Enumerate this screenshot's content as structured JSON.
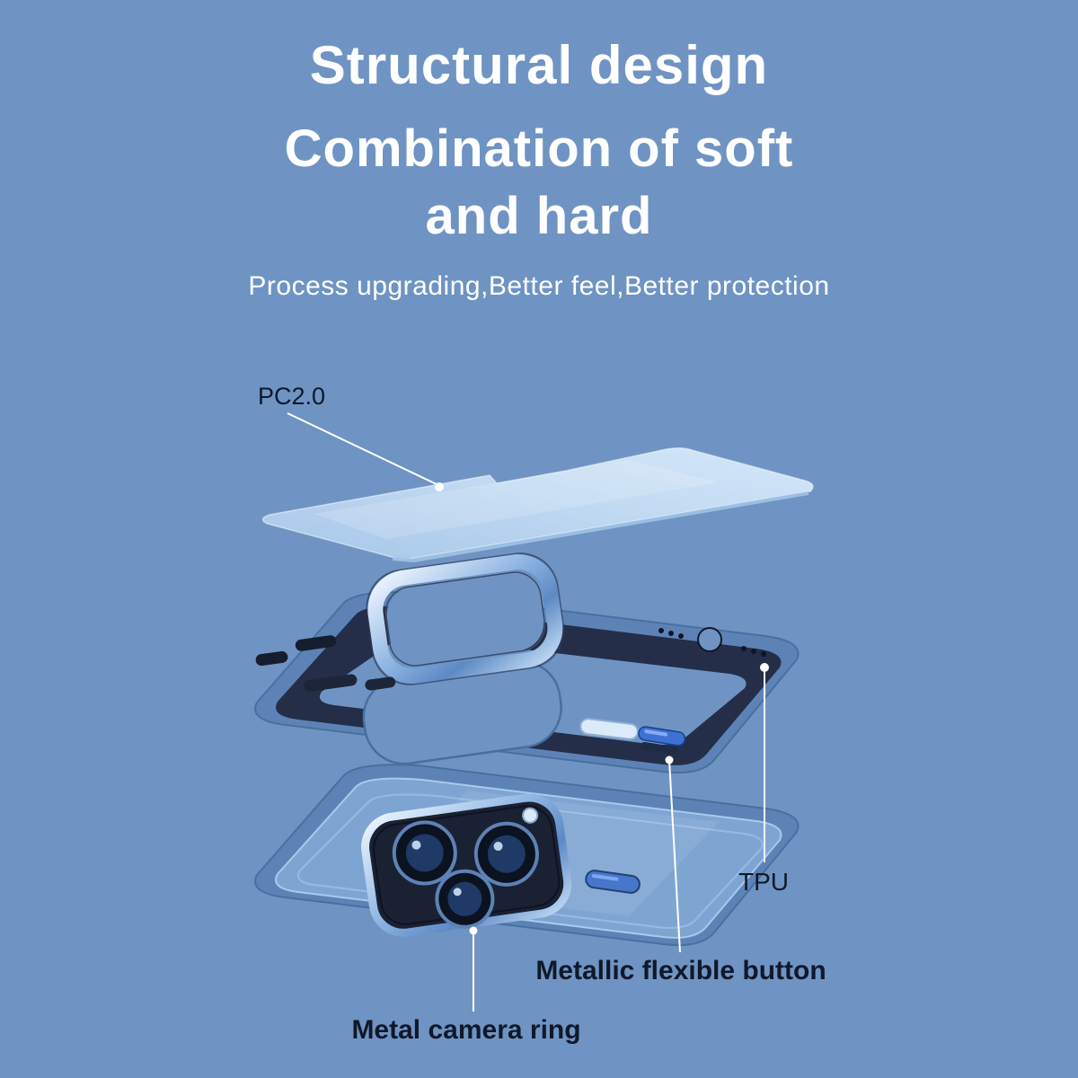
{
  "header": {
    "title": "Structural design",
    "subtitle": "Combination of soft and hard",
    "tagline": "Process upgrading,Better feel,Better protection"
  },
  "callouts": {
    "pc_layer": "PC2.0",
    "tpu_layer": "TPU",
    "flexible_button": "Metallic flexible button",
    "camera_ring": "Metal camera ring"
  },
  "colors": {
    "background": "#6f94c3",
    "heading_text": "#ffffff",
    "callout_text": "#10182b",
    "case_rim_blue": "#5d83b6",
    "inner_frame_navy": "#242e49",
    "pc_plate_tint": "#c6def5",
    "metal_ring_highlight": "#e8f4ff",
    "flexible_button_blue": "#3f71d3",
    "leader_line": "#ffffff"
  }
}
